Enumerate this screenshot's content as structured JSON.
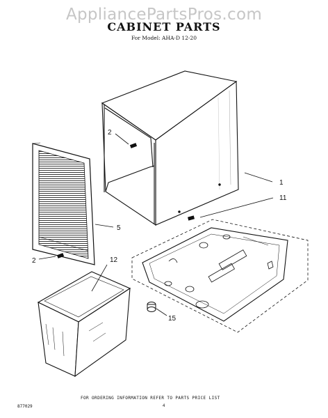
{
  "watermark": "AppliancePartsPros.com",
  "title": "CABINET PARTS",
  "subtitle": "For Model: AHA-D 12-20",
  "footer_note": "FOR ORDERING INFORMATION REFER TO PARTS PRICE LIST",
  "page_number": "4",
  "document_number": "877029",
  "callouts": {
    "cabinet": "1",
    "screw_top": "2",
    "screw_bottom": "2",
    "front_panel": "5",
    "screw_right": "11",
    "bucket": "12",
    "foot": "15"
  },
  "parts": [
    {
      "callout": "1",
      "name": "cabinet-wrapper"
    },
    {
      "callout": "2",
      "name": "screw"
    },
    {
      "callout": "5",
      "name": "front-grille-panel"
    },
    {
      "callout": "11",
      "name": "screw"
    },
    {
      "callout": "12",
      "name": "water-bucket"
    },
    {
      "callout": "15",
      "name": "foot"
    }
  ]
}
